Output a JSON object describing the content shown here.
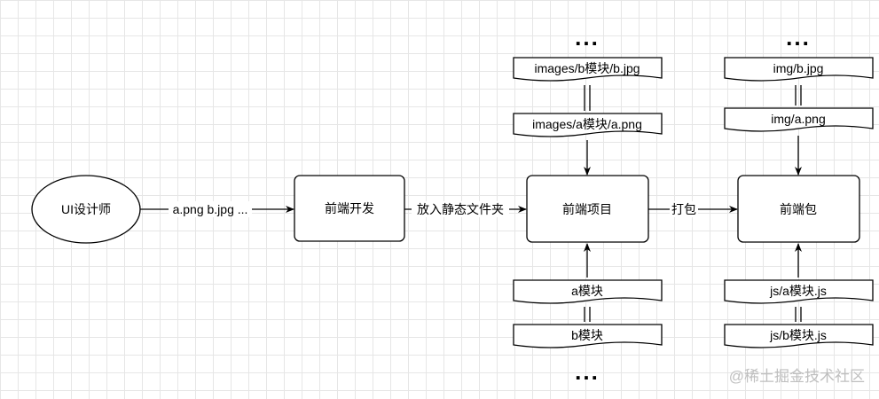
{
  "nodes": {
    "designer": "UI设计师",
    "frontend_dev": "前端开发",
    "frontend_project": "前端项目",
    "frontend_package": "前端包"
  },
  "edges": {
    "designer_to_dev": "a.png b.jpg ...",
    "dev_to_project": "放入静态文件夹",
    "project_to_package": "打包"
  },
  "project_assets_top": {
    "ellipsis": "...",
    "item_b": "images/b模块/b.jpg",
    "item_a": "images/a模块/a.png"
  },
  "package_assets_top": {
    "ellipsis": "...",
    "item_b": "img/b.jpg",
    "item_a": "img/a.png"
  },
  "project_modules_bottom": {
    "item_a": "a模块",
    "item_b": "b模块",
    "ellipsis": "..."
  },
  "package_modules_bottom": {
    "item_a": "js/a模块.js",
    "item_b": "js/b模块.js"
  },
  "watermark": "@稀土掘金技术社区",
  "colors": {
    "stroke": "#000000",
    "fill": "#ffffff",
    "grid": "#e6e6e6",
    "watermark": "#bfbfbf"
  }
}
